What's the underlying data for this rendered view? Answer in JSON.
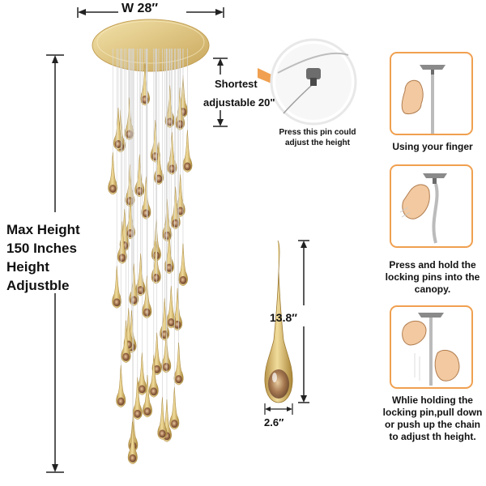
{
  "dimensions": {
    "width_label": "W 28″",
    "shortest_label": "Shortest",
    "adjustable_label": "adjustable 20\"",
    "max_height_label": "Max Height 150 Inches Height Adjustble",
    "pendant_height_label": "13.8″",
    "pendant_width_label": "2.6″"
  },
  "callout": {
    "text": "Press this pin could adjust the height"
  },
  "steps": [
    {
      "caption": "Using your finger",
      "icon": "finger-press-icon"
    },
    {
      "caption": "Press and hold the locking pins into the canopy.",
      "icon": "press-hold-icon"
    },
    {
      "caption": "Whlie holding the locking pin,pull down or push up the chain to adjust th height.",
      "icon": "pull-chain-icon"
    }
  ],
  "colors": {
    "gold": "#d9b86a",
    "accent_orange": "#f0a050",
    "skin": "#f2c9a0",
    "dim_line": "#222222"
  }
}
